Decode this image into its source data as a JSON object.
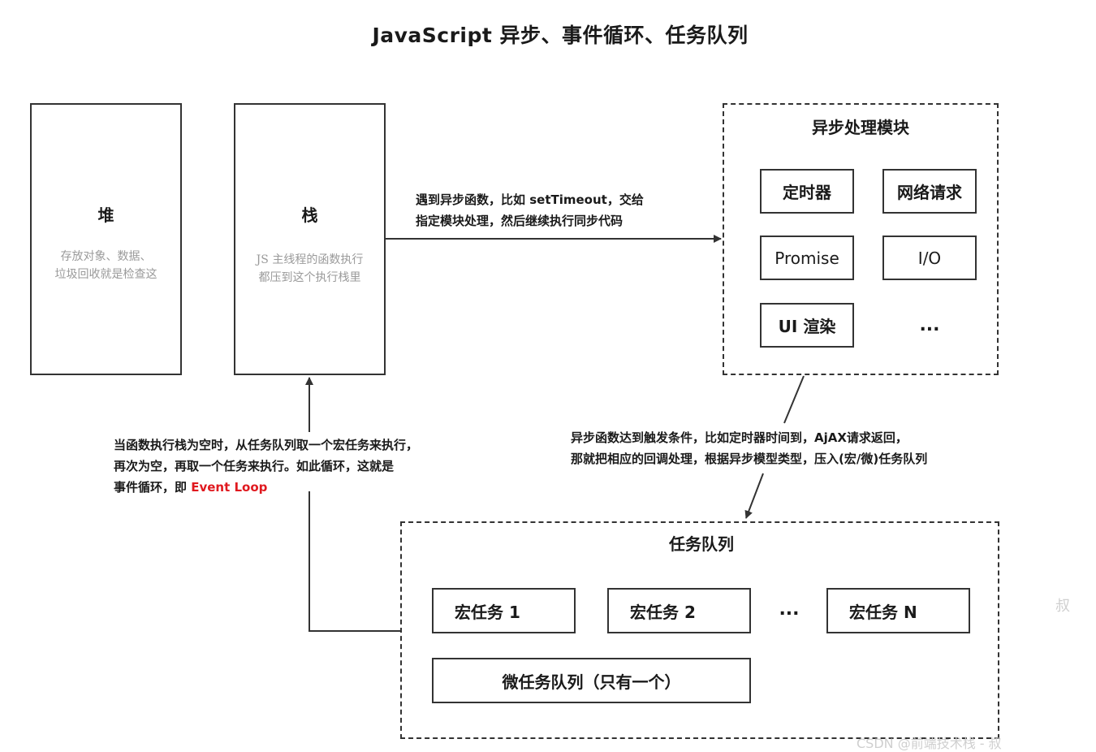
{
  "title": "JavaScript 异步、事件循环、任务队列",
  "heap": {
    "title": "堆",
    "desc_line1": "存放对象、数据、",
    "desc_line2": "垃圾回收就是检查这"
  },
  "stack": {
    "title": "栈",
    "desc_line1": "JS 主线程的函数执行",
    "desc_line2": "都压到这个执行栈里"
  },
  "async_module": {
    "title": "异步处理模块",
    "items": [
      "定时器",
      "网络请求",
      "Promise",
      "I/O",
      "UI 渲染",
      "..."
    ]
  },
  "arrow_to_async": {
    "line1": "遇到异步函数，比如 setTimeout，交给",
    "line2": "指定模块处理，然后继续执行同步代码"
  },
  "arrow_to_queue": {
    "line1": "异步函数达到触发条件，比如定时器时间到，AjAX请求返回，",
    "line2": "那就把相应的回调处理，根据异步模型类型，压入(宏/微)任务队列"
  },
  "event_loop_note": {
    "line1": "当函数执行栈为空时，从任务队列取一个宏任务来执行，",
    "line2": "再次为空，再取一个任务来执行。如此循环，这就是",
    "line3_prefix": "事件循环，即 ",
    "line3_highlight": "Event Loop"
  },
  "task_queue": {
    "title": "任务队列",
    "macro_1": "宏任务 1",
    "macro_2": "宏任务 2",
    "ellipsis": "...",
    "macro_n": "宏任务 N",
    "micro": "微任务队列（只有一个）"
  },
  "watermark": {
    "side": "叔",
    "bottom": "CSDN @前端技术栈 - 叔"
  },
  "colors": {
    "line": "#333333",
    "highlight": "#e0191f",
    "muted_text": "#9a9a9a"
  }
}
